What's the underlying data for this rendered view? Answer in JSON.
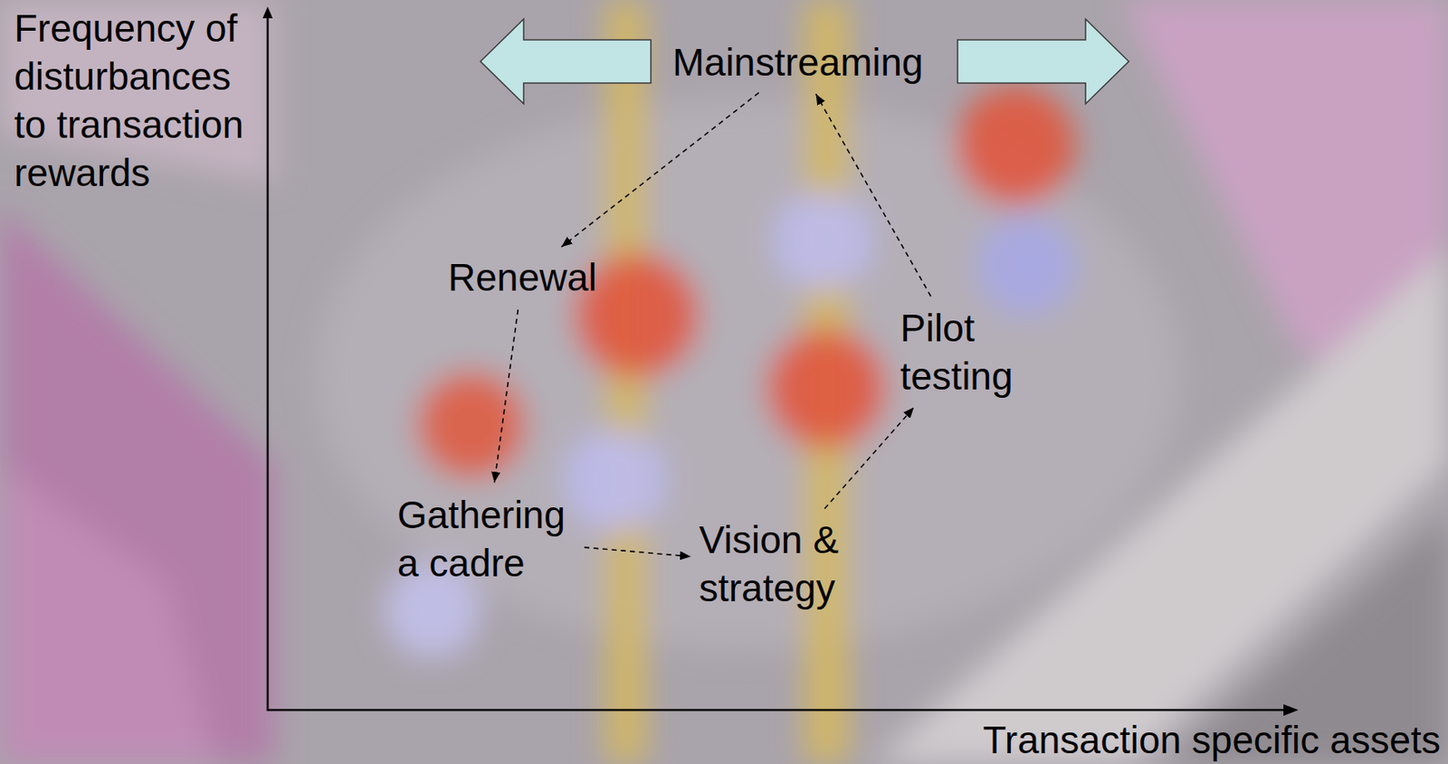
{
  "diagram": {
    "nodes": [
      {
        "text": [
          "Mainstreaming"
        ]
      },
      {
        "text": [
          "Renewal"
        ]
      },
      {
        "text": [
          "Pilot testing"
        ]
      },
      {
        "text": [
          "Gathering a cadre"
        ]
      },
      {
        "text": [
          "Vision & strategy"
        ]
      }
    ],
    "edges": [
      {
        "from": 0,
        "to": 1,
        "arrow": "to"
      },
      {
        "from": 1,
        "to": 3,
        "arrow": "to"
      },
      {
        "from": 3,
        "to": 4,
        "arrow": "to"
      },
      {
        "from": 4,
        "to": 2,
        "arrow": "to"
      },
      {
        "from": 2,
        "to": 0,
        "arrow": "to"
      }
    ],
    "labels": [
      "Frequency of disturbances to transaction rewards",
      "Transaction specific assets"
    ]
  }
}
